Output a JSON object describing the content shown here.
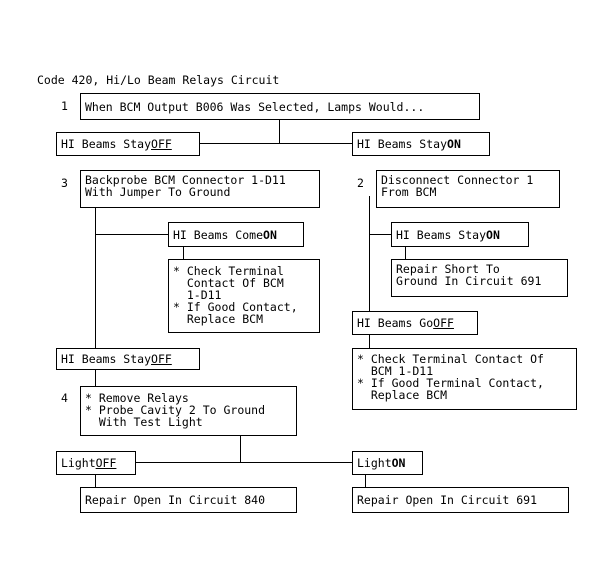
{
  "title": "Code 420, Hi/Lo Beam Relays Circuit",
  "steps": {
    "s1": "1",
    "s2": "2",
    "s3": "3",
    "s4": "4"
  },
  "boxes": {
    "q1": "When BCM Output B006 Was Selected, Lamps Would...",
    "hi_off": {
      "prefix": "HI Beams Stay ",
      "emph": "OFF"
    },
    "hi_on": {
      "prefix": "HI Beams Stay ",
      "emph": "ON"
    },
    "step3": "Backprobe BCM Connector 1-D11\nWith Jumper To Ground",
    "step2": "Disconnect Connector 1\nFrom BCM",
    "come_on": {
      "prefix": "HI Beams Come ",
      "emph": "ON"
    },
    "check_left": "* Check Terminal\n  Contact Of BCM\n  1-D11\n* If Good Contact,\n  Replace BCM",
    "stay_on_right": {
      "prefix": "HI Beams Stay ",
      "emph": "ON"
    },
    "repair_short": "Repair Short To\nGround In Circuit 691",
    "go_off": {
      "prefix": "HI Beams Go ",
      "emph": "OFF"
    },
    "stay_off_left": {
      "prefix": "HI Beams Stay ",
      "emph": "OFF"
    },
    "check_right": "* Check Terminal Contact Of\n  BCM 1-D11\n* If Good Terminal Contact,\n  Replace BCM",
    "step4": "* Remove Relays\n* Probe Cavity 2 To Ground\n  With Test Light",
    "light_off": {
      "prefix": "Light ",
      "emph": "OFF"
    },
    "light_on": {
      "prefix": "Light ",
      "emph": "ON"
    },
    "repair840": "Repair Open In Circuit 840",
    "repair691": "Repair Open In Circuit 691"
  }
}
